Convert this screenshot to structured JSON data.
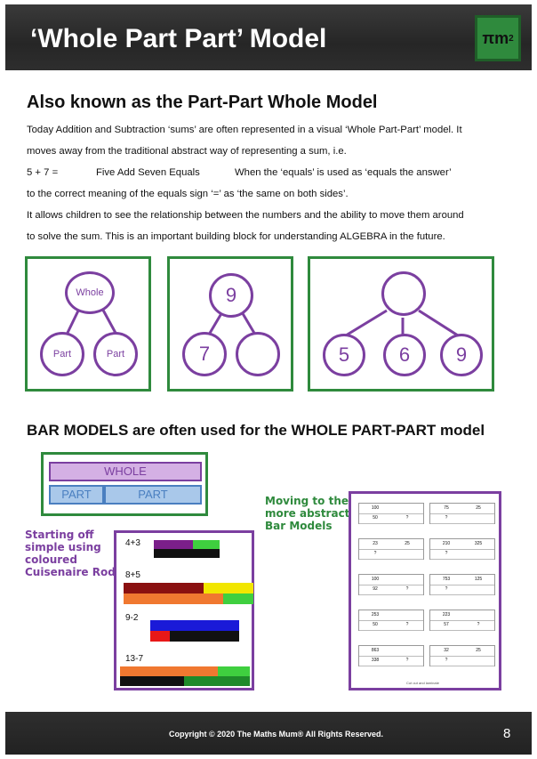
{
  "header": {
    "title": "‘Whole Part Part’ Model",
    "logo_pi": "πm",
    "logo_sup": "2"
  },
  "subtitle": "Also known as the Part-Part Whole Model",
  "paragraphs": [
    "Today Addition and Subtraction ‘sums’ are often represented in a visual ‘Whole Part-Part’ model.  It",
    "moves away from the traditional abstract way of representing a sum, i.e.",
    "to the correct meaning of the equals sign ‘=’ as ‘the same on both sides’.",
    "It allows children to see the relationship between the numbers and the ability to move them around",
    "to solve the sum.  This is an important building block for understanding ALGEBRA in the future."
  ],
  "example_line": {
    "sum": "5 + 7 =",
    "words": "Five Add Seven Equals",
    "note": "When the ‘equals’ is used as ‘equals the answer’"
  },
  "diagram1": {
    "whole": "Whole",
    "part_left": "Part",
    "part_right": "Part"
  },
  "diagram2": {
    "whole": "9",
    "part_left": "7",
    "part_right": ""
  },
  "diagram3": {
    "whole": "",
    "parts": [
      "5",
      "6",
      "9"
    ]
  },
  "bar_heading": "BAR MODELS are often used for the WHOLE PART-PART model",
  "bar_model": {
    "whole": "WHOLE",
    "part1": "PART",
    "part2": "PART"
  },
  "label_left": [
    "Starting off",
    "simple using",
    "coloured",
    "Cuisenaire Rods"
  ],
  "label_right": [
    "Moving to the",
    "more abstract",
    "Bar Models"
  ],
  "rods": [
    {
      "label": "4+3"
    },
    {
      "label": "8+5"
    },
    {
      "label": "9-2"
    },
    {
      "label": "13-7"
    }
  ],
  "cards": [
    {
      "top": [
        "100",
        ""
      ],
      "bottom": [
        "50",
        "?"
      ]
    },
    {
      "top": [
        "75",
        "25"
      ],
      "bottom": [
        "?",
        ""
      ]
    },
    {
      "top": [
        "23",
        "25"
      ],
      "bottom": [
        "?",
        ""
      ]
    },
    {
      "top": [
        "210",
        "325"
      ],
      "bottom": [
        "?",
        ""
      ]
    },
    {
      "top": [
        "100",
        ""
      ],
      "bottom": [
        "92",
        "?"
      ]
    },
    {
      "top": [
        "753",
        "125"
      ],
      "bottom": [
        "?",
        ""
      ]
    },
    {
      "top": [
        "253",
        ""
      ],
      "bottom": [
        "50",
        "?"
      ]
    },
    {
      "top": [
        "223",
        ""
      ],
      "bottom": [
        "57",
        "?"
      ]
    },
    {
      "top": [
        "863",
        ""
      ],
      "bottom": [
        "338",
        "?"
      ]
    },
    {
      "top": [
        "32",
        "25"
      ],
      "bottom": [
        "?",
        ""
      ]
    }
  ],
  "worksheet_caption": "Cut out and laminate",
  "footer": {
    "copyright": "Copyright © 2020 The Maths Mum® All Rights Reserved.",
    "page": "8"
  },
  "colors": {
    "green": "#2f8a3d",
    "purple": "#7b3fa0",
    "bar_blue": "#4a7fc0"
  }
}
